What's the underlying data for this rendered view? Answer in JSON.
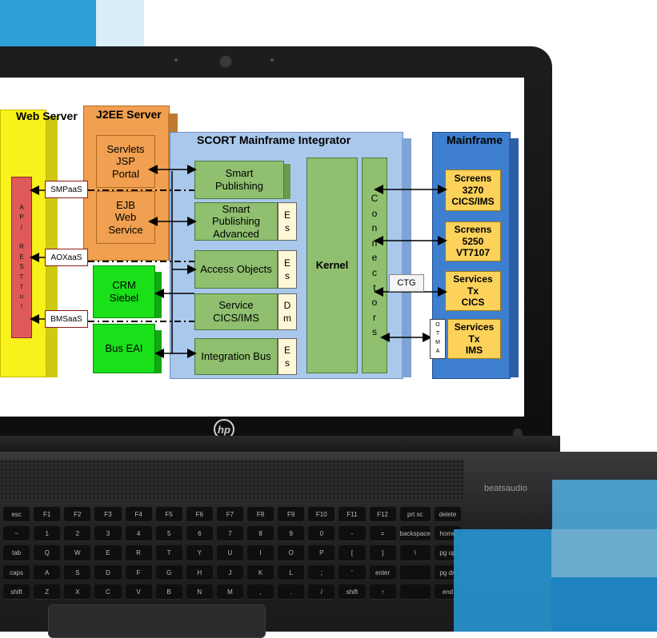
{
  "diagram": {
    "web_server": {
      "title": "Web Server",
      "api_label": [
        "A",
        "P",
        "I",
        "",
        "R",
        "E",
        "S",
        "T",
        "f",
        "u",
        "l"
      ]
    },
    "j2ee_server": {
      "title": "J2EE Server",
      "servlets": "Servlets\nJSP\nPortal",
      "ejb": "EJB\nWeb\nService"
    },
    "crm": "CRM\nSiebel",
    "bus_eai": "Bus EAI",
    "services": {
      "smpaas": "SMPaaS",
      "aoxaas": "AOXaaS",
      "bmsaas": "BMSaaS"
    },
    "integrator": {
      "title": "SCORT Mainframe Integrator",
      "modules": [
        {
          "label": "Smart\nPublishing",
          "tag": []
        },
        {
          "label": "Smart\nPublishing\nAdvanced",
          "tag": [
            "E",
            "s"
          ]
        },
        {
          "label": "Access Objects",
          "tag": [
            "E",
            "s"
          ]
        },
        {
          "label": "Service\nCICS/IMS",
          "tag": [
            "D",
            "m"
          ]
        },
        {
          "label": "Integration Bus",
          "tag": [
            "E",
            "s"
          ]
        }
      ],
      "kernel": "Kernel",
      "connectors": [
        "C",
        "o",
        "n",
        "n",
        "e",
        "c",
        "t",
        "o",
        "r",
        "s"
      ]
    },
    "ctg": "CTG",
    "otma": [
      "O",
      "T",
      "M",
      "A"
    ],
    "mainframe": {
      "title": "Mainframe",
      "items": [
        "Screens\n3270\nCICS/IMS",
        "Screens\n5250\nVT7107",
        "Services\nTx\nCICS",
        "Services\nTx\nIMS"
      ]
    }
  },
  "laptop": {
    "brand_logo": "hp",
    "audio_brand": "beatsaudio",
    "keys": [
      "esc",
      "F1",
      "F2",
      "F3",
      "F4",
      "F5",
      "F6",
      "F7",
      "F8",
      "F9",
      "F10",
      "F11",
      "F12",
      "prt sc",
      "delete",
      "~",
      "1",
      "2",
      "3",
      "4",
      "5",
      "6",
      "7",
      "8",
      "9",
      "0",
      "-",
      "=",
      "backspace",
      "home",
      "tab",
      "Q",
      "W",
      "E",
      "R",
      "T",
      "Y",
      "U",
      "I",
      "O",
      "P",
      "[",
      "]",
      "\\",
      "pg up",
      "caps",
      "A",
      "S",
      "D",
      "F",
      "G",
      "H",
      "J",
      "K",
      "L",
      ";",
      "'",
      "enter",
      "",
      "pg dn",
      "shift",
      "Z",
      "X",
      "C",
      "V",
      "B",
      "N",
      "M",
      ",",
      ".",
      "/",
      "shift",
      "↑",
      "",
      "end"
    ]
  },
  "colors": {
    "web_server": "#f9f11b",
    "j2ee": "#f0a050",
    "integrator": "#a9c8ec",
    "mainframe": "#3f7fd0",
    "crm_green": "#19e019",
    "api_red": "#e05a5a",
    "deco_blue": "#2a9fd8"
  }
}
